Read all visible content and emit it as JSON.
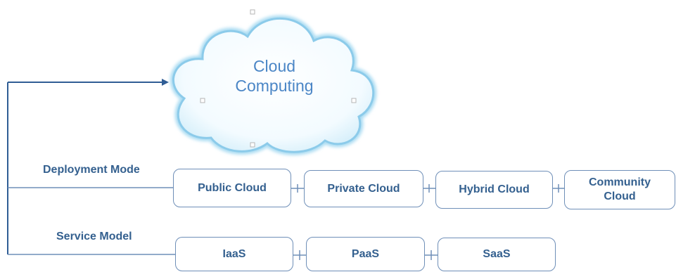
{
  "cloud": {
    "line1": "Cloud",
    "line2": "Computing"
  },
  "deployment": {
    "label": "Deployment Mode",
    "items": [
      "Public Cloud",
      "Private Cloud",
      "Hybrid Cloud",
      "Community Cloud"
    ]
  },
  "service": {
    "label": "Service Model",
    "items": [
      "IaaS",
      "PaaS",
      "SaaS"
    ]
  },
  "colors": {
    "text": "#34608f",
    "border": "#6f8fb8",
    "line": "#2f5d95",
    "cloud_fill": "#eef8fd",
    "cloud_stroke": "#8ccbea"
  }
}
